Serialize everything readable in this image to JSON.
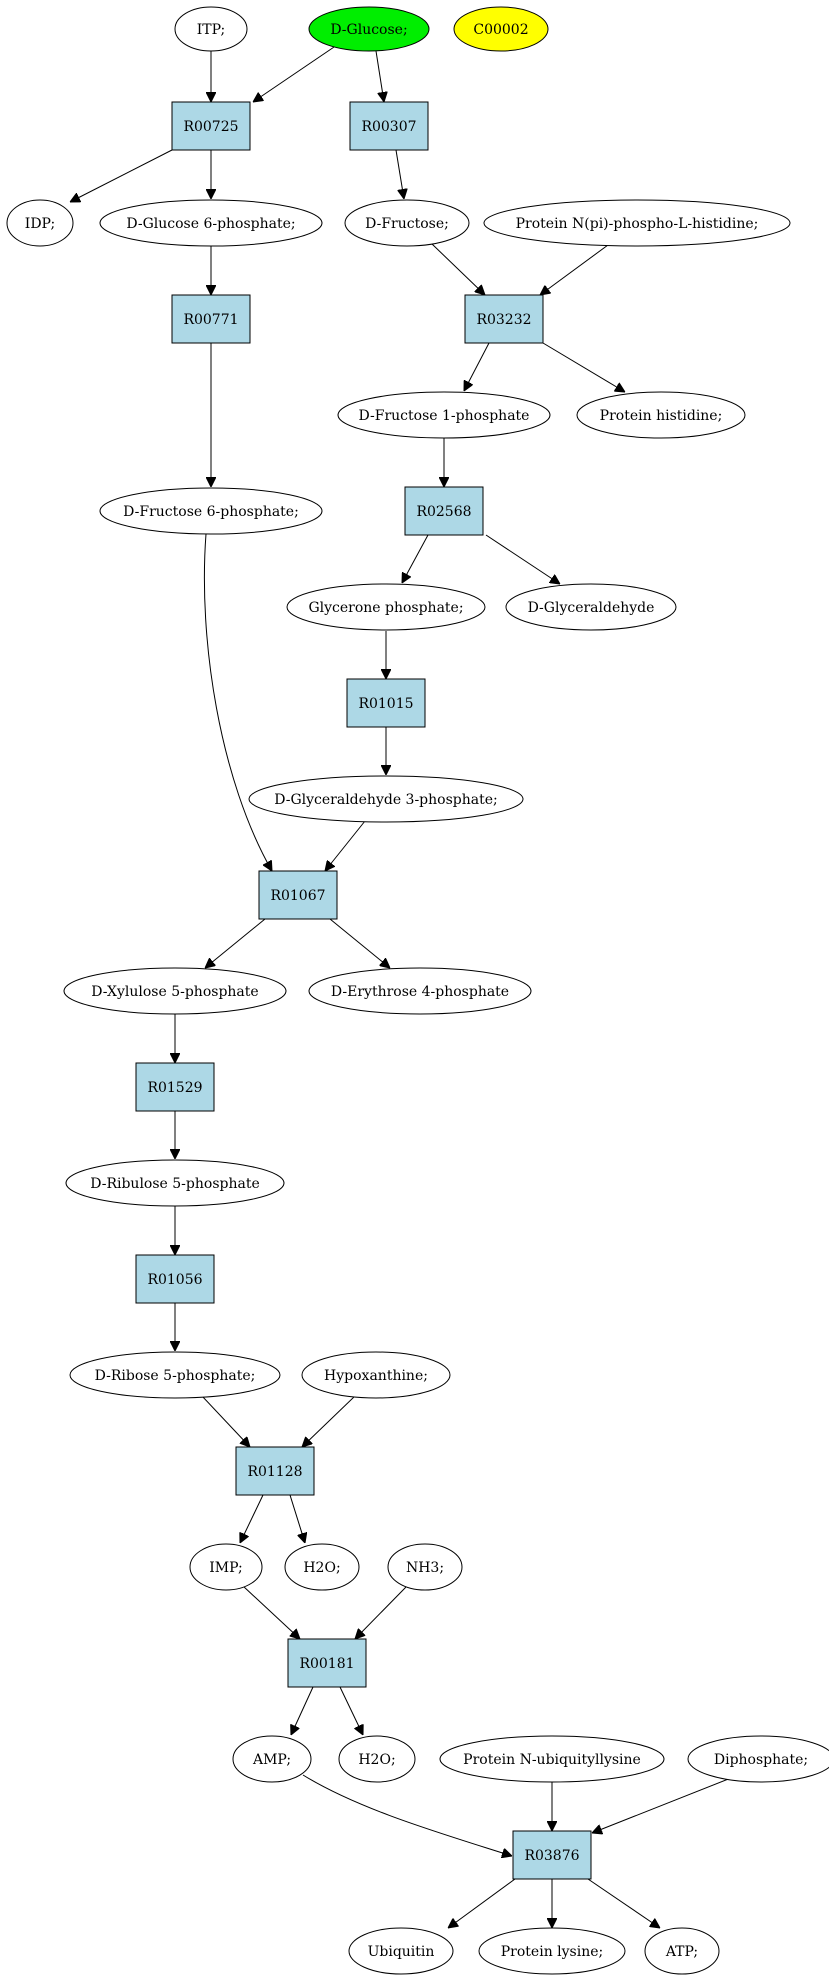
{
  "colors": {
    "reaction_fill": "#add8e6",
    "compound_fill": "#ffffff",
    "highlight_green": "#00ee00",
    "highlight_yellow": "#ffff00",
    "stroke": "#000000"
  },
  "nodes": {
    "itp": "ITP;",
    "dglucose": "D-Glucose;",
    "c00002": "C00002",
    "r00725": "R00725",
    "r00307": "R00307",
    "idp": "IDP;",
    "g6p": "D-Glucose 6-phosphate;",
    "dfructose": "D-Fructose;",
    "protnpi": "Protein N(pi)-phospho-L-histidine;",
    "r00771": "R00771",
    "r03232": "R03232",
    "f1p": "D-Fructose 1-phosphate",
    "prothis": "Protein histidine;",
    "f6p": "D-Fructose 6-phosphate;",
    "r02568": "R02568",
    "glyph": "Glycerone phosphate;",
    "dglyald": "D-Glyceraldehyde",
    "r01015": "R01015",
    "g3p": "D-Glyceraldehyde 3-phosphate;",
    "r01067": "R01067",
    "x5p": "D-Xylulose 5-phosphate",
    "e4p": "D-Erythrose 4-phosphate",
    "r01529": "R01529",
    "ru5p": "D-Ribulose 5-phosphate",
    "r01056": "R01056",
    "r5p": "D-Ribose 5-phosphate;",
    "hypox": "Hypoxanthine;",
    "r01128": "R01128",
    "imp": "IMP;",
    "h2o1": "H2O;",
    "nh3": "NH3;",
    "r00181": "R00181",
    "amp": "AMP;",
    "h2o2": "H2O;",
    "protnub": "Protein N-ubiquityllysine",
    "diphos": "Diphosphate;",
    "r03876": "R03876",
    "ubiq": "Ubiquitin",
    "protlys": "Protein lysine;",
    "atp": "ATP;"
  }
}
